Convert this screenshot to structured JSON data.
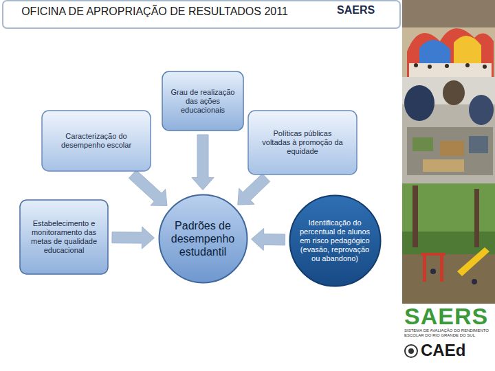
{
  "diagram": {
    "title": "OFICINA DE APROPRIAÇÃO DE RESULTADOS 2011",
    "nodes": [
      {
        "text": [
          "Grau de realização das ações educacionais"
        ]
      },
      {
        "text": [
          "Caracterização do desempenho escolar"
        ]
      },
      {
        "text": [
          "Políticas públicas voltadas à promoção da equidade"
        ]
      },
      {
        "text": [
          "Estabelecimento e monitoramento das metas de qualidade educacional"
        ]
      },
      {
        "text": [
          "Padrões de desempenho estudantil"
        ]
      },
      {
        "text": [
          "Identificação do percentual de alunos em risco pedagógico (evasão, reprovação ou abandono)"
        ]
      }
    ],
    "edges": [
      {
        "from": 0,
        "to": 4,
        "arrow": "to"
      },
      {
        "from": 1,
        "to": 4,
        "arrow": "to"
      },
      {
        "from": 2,
        "to": 4,
        "arrow": "to"
      },
      {
        "from": 3,
        "to": 4,
        "arrow": "to"
      },
      {
        "from": 5,
        "to": 4,
        "arrow": "to"
      }
    ],
    "labels": [
      "SAERS",
      "SAERS",
      "SISTEMA DE AVALIAÇÃO DO RENDIMENTO ESCOLAR DO RIO GRANDE DO SUL",
      "CAEd"
    ]
  }
}
